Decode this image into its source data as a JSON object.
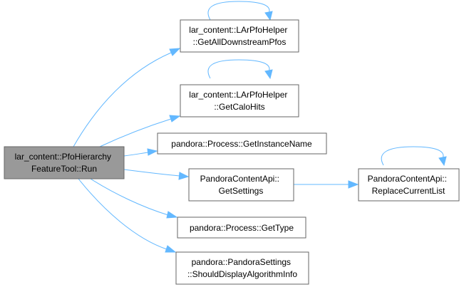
{
  "graph": {
    "colors": {
      "root_fill": "#999999",
      "node_fill": "#ffffff",
      "node_border": "#666666",
      "edge": "#63b8ff",
      "text": "#000000"
    },
    "nodes": {
      "run": [
        "lar_content::PfoHierarchy",
        "FeatureTool::Run"
      ],
      "get_all_downstream_pfos": [
        "lar_content::LArPfoHelper",
        "::GetAllDownstreamPfos"
      ],
      "get_calo_hits": [
        "lar_content::LArPfoHelper",
        "::GetCaloHits"
      ],
      "get_instance_name": [
        "pandora::Process::GetInstanceName"
      ],
      "get_settings": [
        "PandoraContentApi::",
        "GetSettings"
      ],
      "replace_current_list": [
        "PandoraContentApi::",
        "ReplaceCurrentList"
      ],
      "get_type": [
        "pandora::Process::GetType"
      ],
      "should_display_algorithm_info": [
        "pandora::PandoraSettings",
        "::ShouldDisplayAlgorithmInfo"
      ]
    }
  }
}
